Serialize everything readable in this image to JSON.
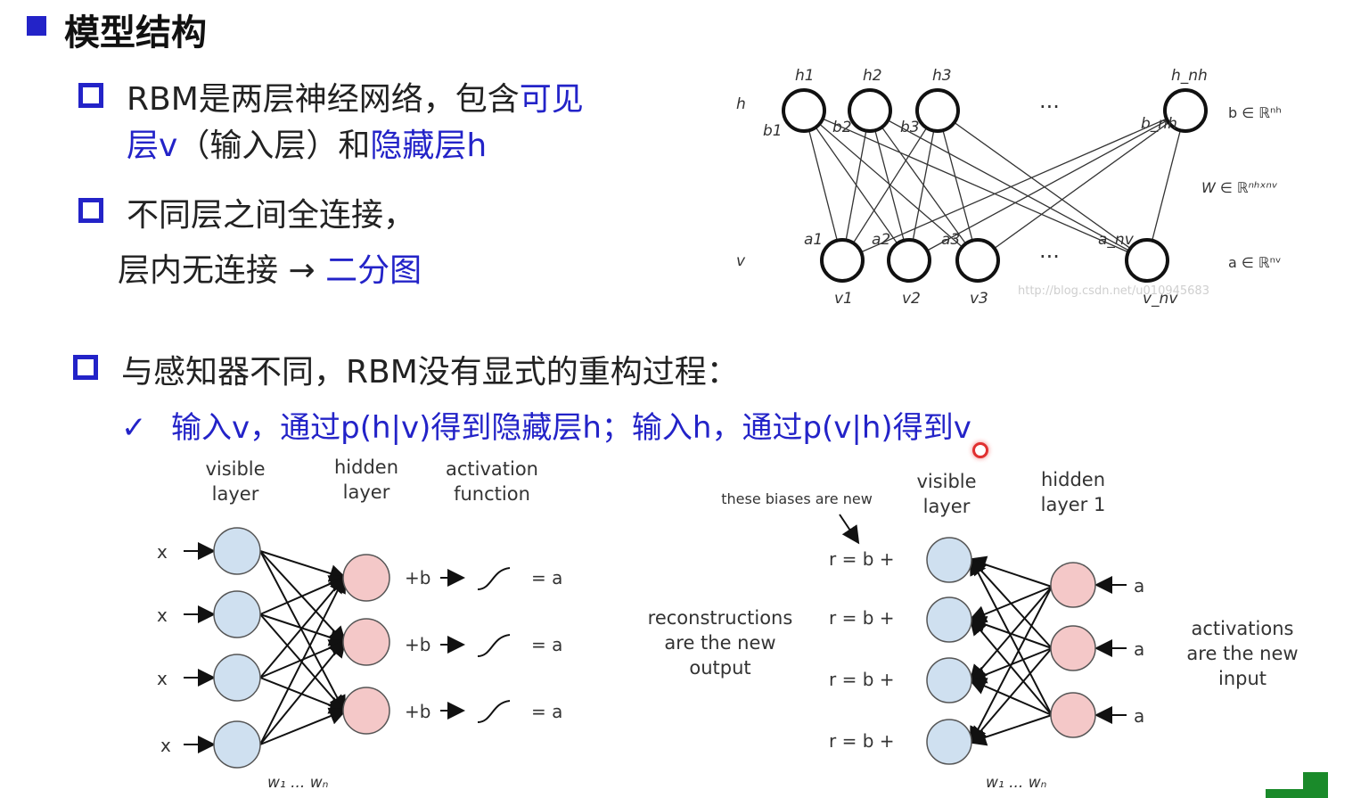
{
  "heading": "模型结构",
  "bullets": {
    "b1_black": "RBM是两层神经网络，包含",
    "b1_blue1": "可见",
    "b1_blue2": "层v",
    "b1_black2": "（输入层）和",
    "b1_blue3": "隐藏层h",
    "b2_line1": "不同层之间全连接，",
    "b2_line2_black": "层内无连接 → ",
    "b2_line2_blue": "二分图",
    "b3": "与感知器不同，RBM没有显式的重构过程：",
    "check_mark": "✓",
    "check_text": "输入v，通过p(h|v)得到隐藏层h；输入h，通过p(v|h)得到v"
  },
  "rbm_diagram": {
    "h_label": "h",
    "v_label": "v",
    "hidden_names": [
      "h1",
      "h2",
      "h3",
      "h_nh"
    ],
    "bias_names": [
      "b1",
      "b2",
      "b3",
      "b_nh"
    ],
    "visible_names": [
      "v1",
      "v2",
      "v3",
      "v_nv"
    ],
    "vbias_names": [
      "a1",
      "a2",
      "a3",
      "a_nv"
    ],
    "ellipsis": "···",
    "b_space": "b ∈ ℝⁿʰ",
    "w_space": "W ∈ ℝⁿʰˣⁿᵛ",
    "a_space": "a ∈ ℝⁿᵛ",
    "watermark": "http://blog.csdn.net/u010945683"
  },
  "forward_diagram": {
    "col_visible": [
      "visible",
      "layer"
    ],
    "col_hidden": [
      "hidden",
      "layer"
    ],
    "col_activation": [
      "activation",
      "function"
    ],
    "inputs": [
      "x",
      "x",
      "x",
      "x"
    ],
    "bias_terms": [
      "+b",
      "+b",
      "+b"
    ],
    "outputs": [
      "= a",
      "= a",
      "= a"
    ],
    "weights": "w₁ ... wₙ"
  },
  "backward_diagram": {
    "biases_note": "these biases are new",
    "col_visible": [
      "visible",
      "layer"
    ],
    "col_hidden": [
      "hidden",
      "layer 1"
    ],
    "recon_rows": [
      "r = b +",
      "r = b +",
      "r = b +",
      "r = b +"
    ],
    "recon_note": [
      "reconstructions",
      "are the new",
      "output"
    ],
    "act_inputs": [
      "a",
      "a",
      "a"
    ],
    "act_note": [
      "activations",
      "are the new",
      "input"
    ],
    "weights": "w₁ ... wₙ"
  },
  "colors": {
    "bullet_blue": "#2323c8",
    "node_visible": "#cfe0f0",
    "node_hidden": "#f4c8c8",
    "cursor_red": "#e03030"
  }
}
